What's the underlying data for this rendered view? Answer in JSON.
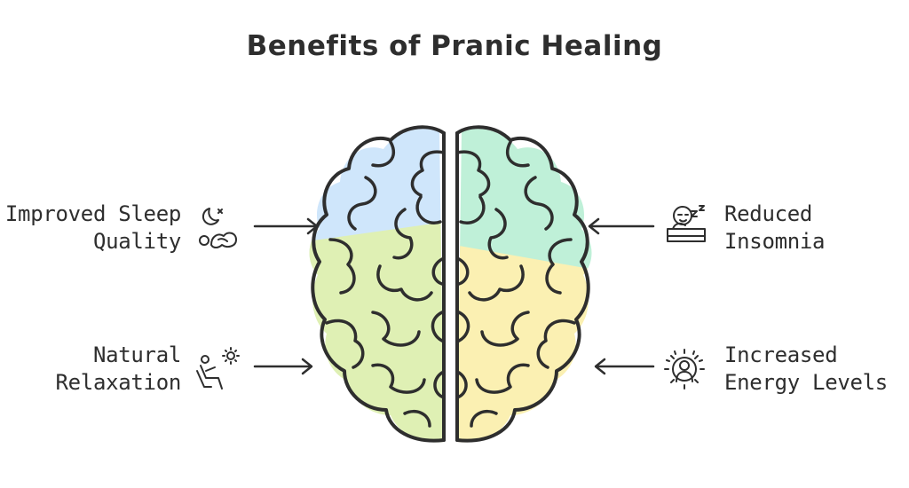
{
  "title": "Benefits of Pranic Healing",
  "benefits": {
    "top_left": {
      "line1": "Improved Sleep",
      "line2": "Quality",
      "icon": "sleeping-person-icon"
    },
    "bottom_left": {
      "line1": "Natural",
      "line2": "Relaxation",
      "icon": "relaxing-person-sun-icon"
    },
    "top_right": {
      "line1": "Reduced",
      "line2": "Insomnia",
      "icon": "sleeping-zzz-icon"
    },
    "bottom_right": {
      "line1": "Increased",
      "line2": "Energy Levels",
      "icon": "radiant-person-icon"
    }
  },
  "colors": {
    "outline": "#2e2e2e",
    "upper_left_lobe": "#cfe6fb",
    "upper_right_lobe": "#bff0d8",
    "lower_left_lobe": "#dff0b4",
    "lower_right_lobe": "#fbf0b2"
  }
}
